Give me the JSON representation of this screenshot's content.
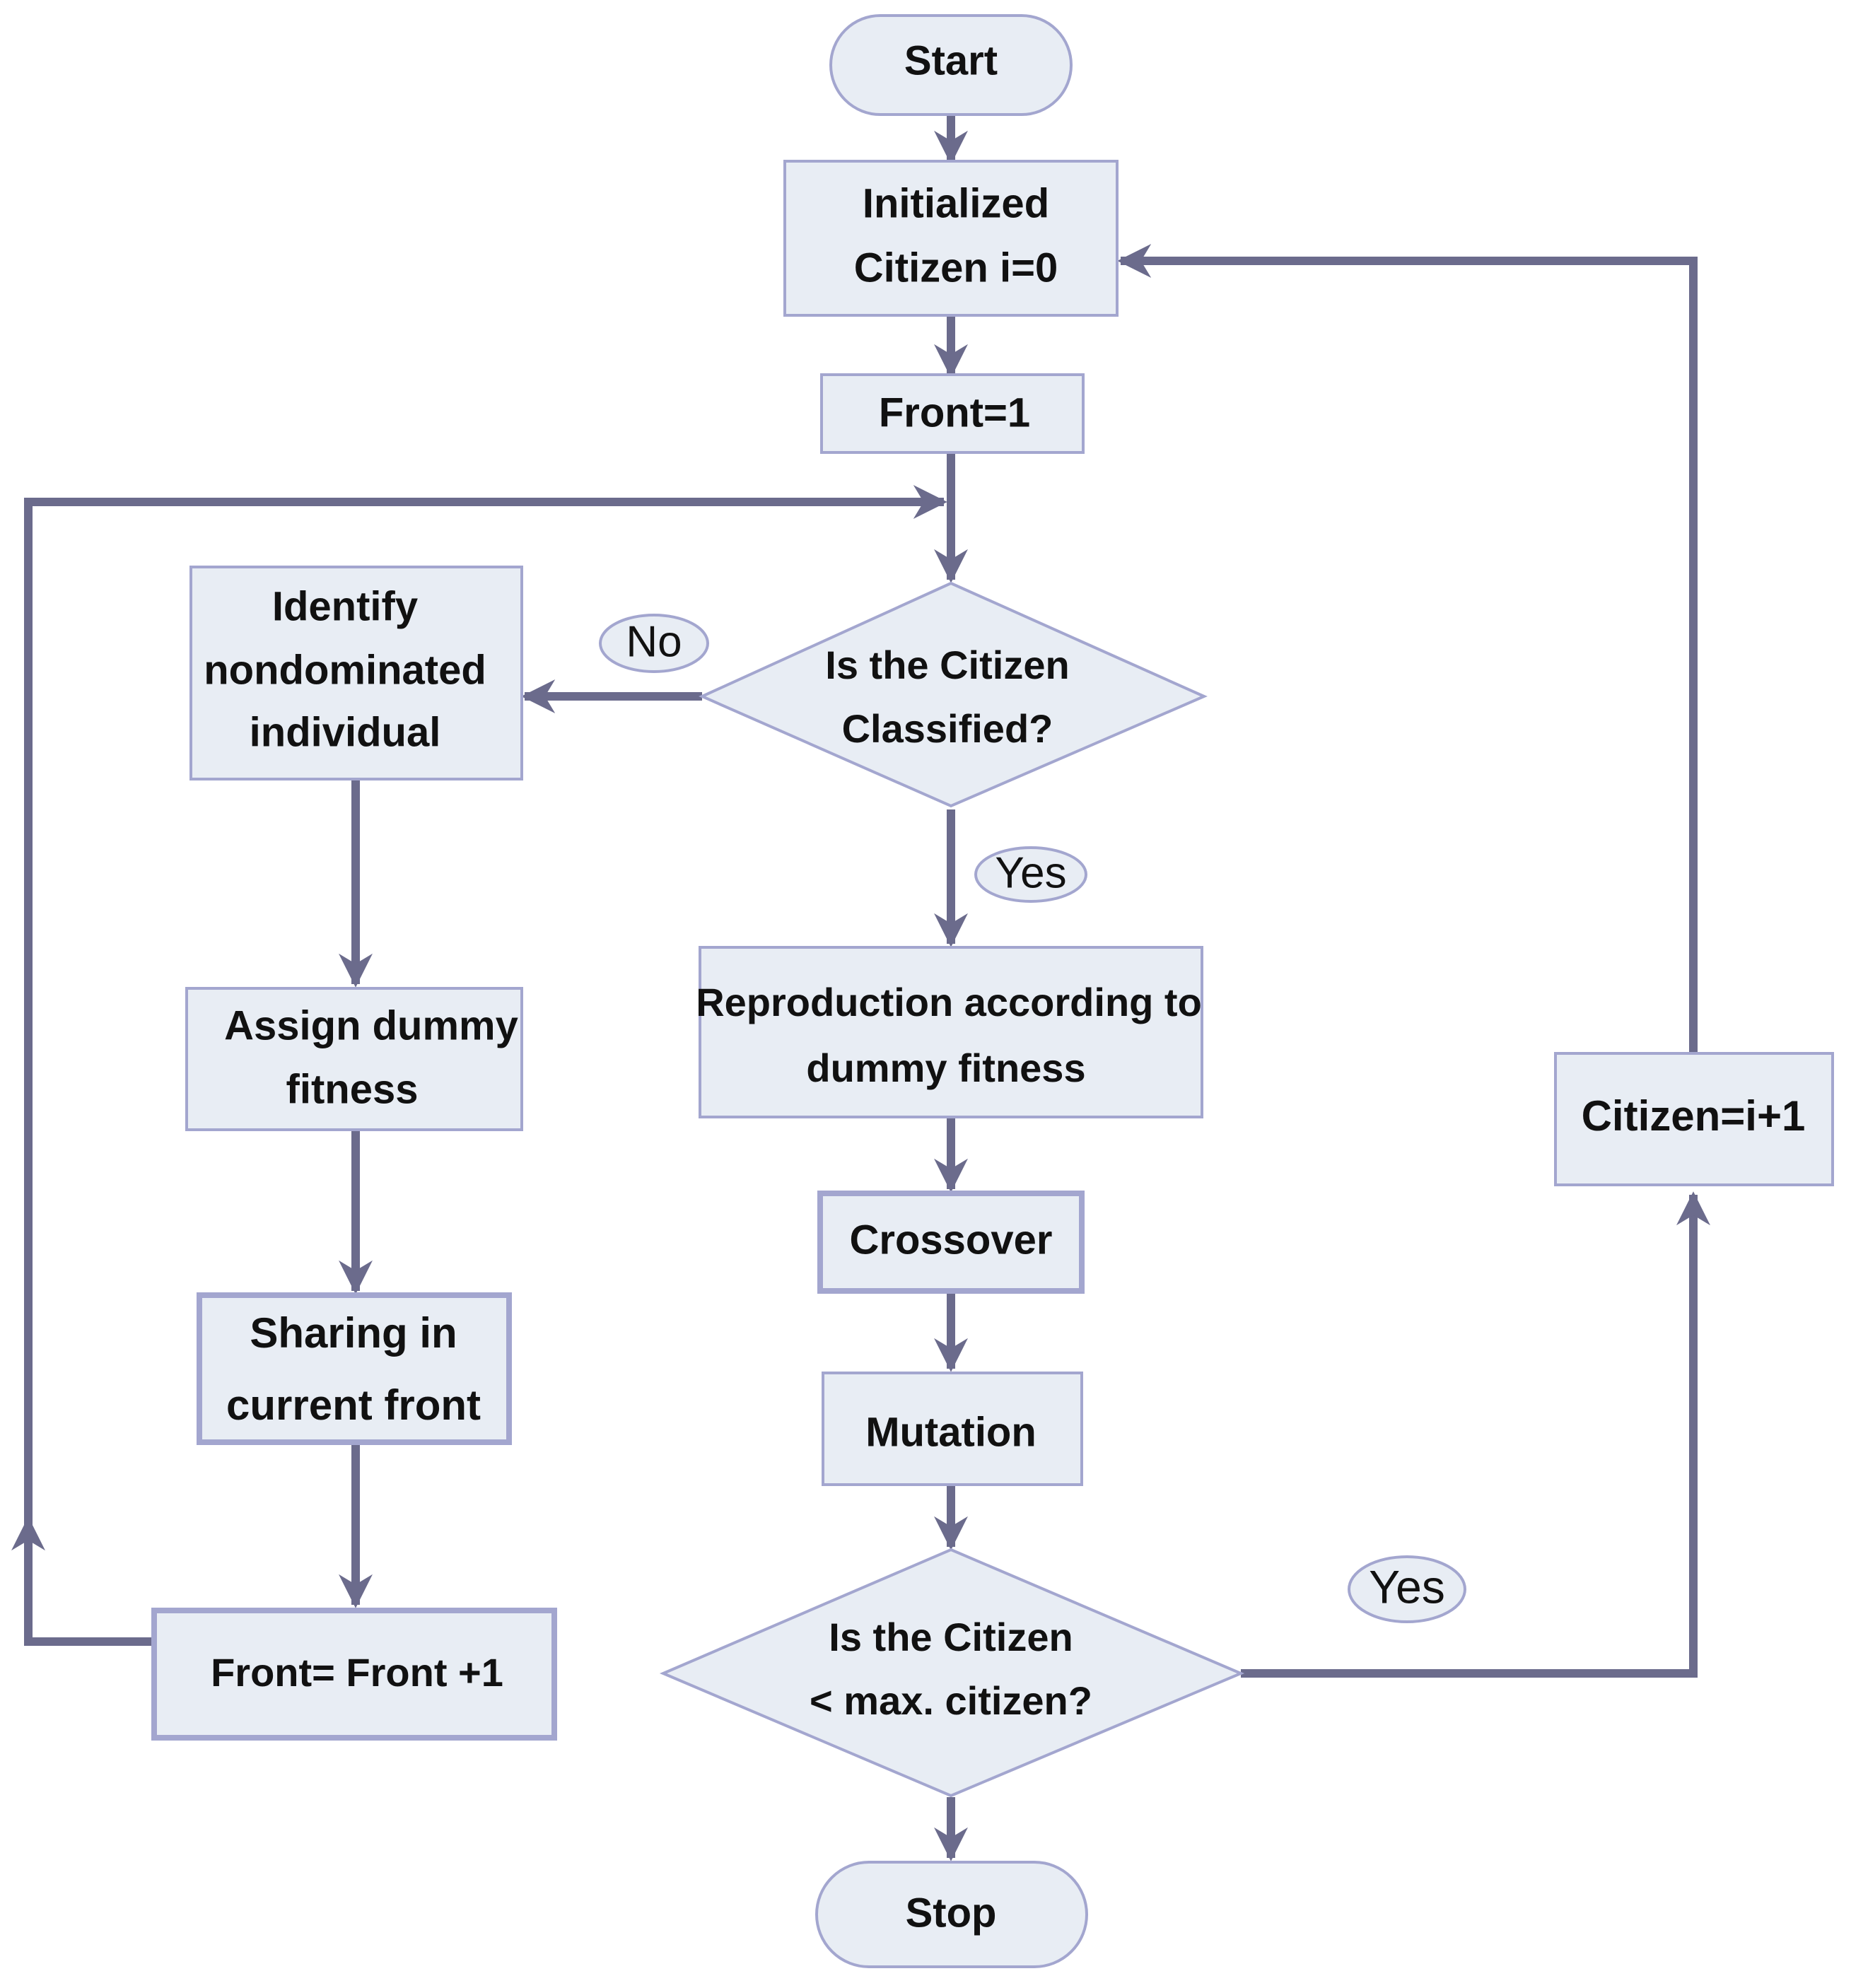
{
  "nodes": {
    "start": "Start",
    "init_line1": "Initialized",
    "init_line2": "Citizen i=0",
    "front1": "Front=1",
    "classified_line1": "Is the Citizen",
    "classified_line2": "Classified?",
    "identify_line1": "Identify",
    "identify_line2": "nondominated",
    "identify_line3": "individual",
    "assign_line1": "Assign dummy",
    "assign_line2": "fitness",
    "sharing_line1": "Sharing in",
    "sharing_line2": "current front",
    "front_inc": "Front= Front +1",
    "reproduction_line1": "Reproduction according to",
    "reproduction_line2": "dummy fitness",
    "crossover": "Crossover",
    "mutation": "Mutation",
    "maxcitizen_line1": "Is the Citizen",
    "maxcitizen_line2": "< max. citizen?",
    "citizen_inc": "Citizen=i+1",
    "stop": "Stop"
  },
  "labels": {
    "no": "No",
    "yes_classified": "Yes",
    "yes_max": "Yes"
  },
  "colors": {
    "node_fill": "#e8edf4",
    "node_border": "#a3a6cf",
    "edge": "#6b6b8c"
  }
}
